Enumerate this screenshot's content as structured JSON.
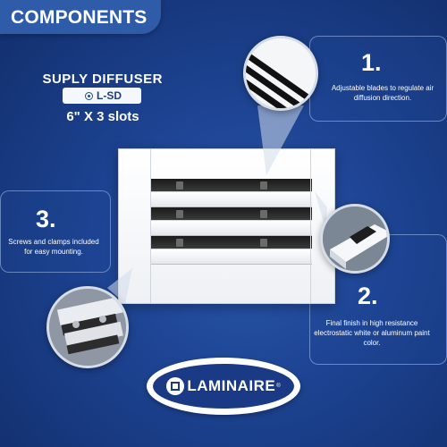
{
  "header": {
    "title": "COMPONENTS"
  },
  "product": {
    "title": "SUPLY DIFFUSER",
    "model": "L-SD",
    "model_icon": "target-icon",
    "size": "6\" X 3 slots"
  },
  "callouts": [
    {
      "number": "1.",
      "text": "Adjustable blades to regulate air diffusion direction."
    },
    {
      "number": "2.",
      "text": "Final finish in high resistance electrostatic white or aluminum paint color."
    },
    {
      "number": "3.",
      "text": "Screws and clamps included for easy mounting."
    }
  ],
  "logo": {
    "text": "LAMINAIRE",
    "reg": "®",
    "icon": "laminaire-logo-icon"
  },
  "colors": {
    "background": "#1c4290",
    "header": "#2f5ca8",
    "accent_text": "#ffffff",
    "logo_fill": "#1b3a85"
  }
}
